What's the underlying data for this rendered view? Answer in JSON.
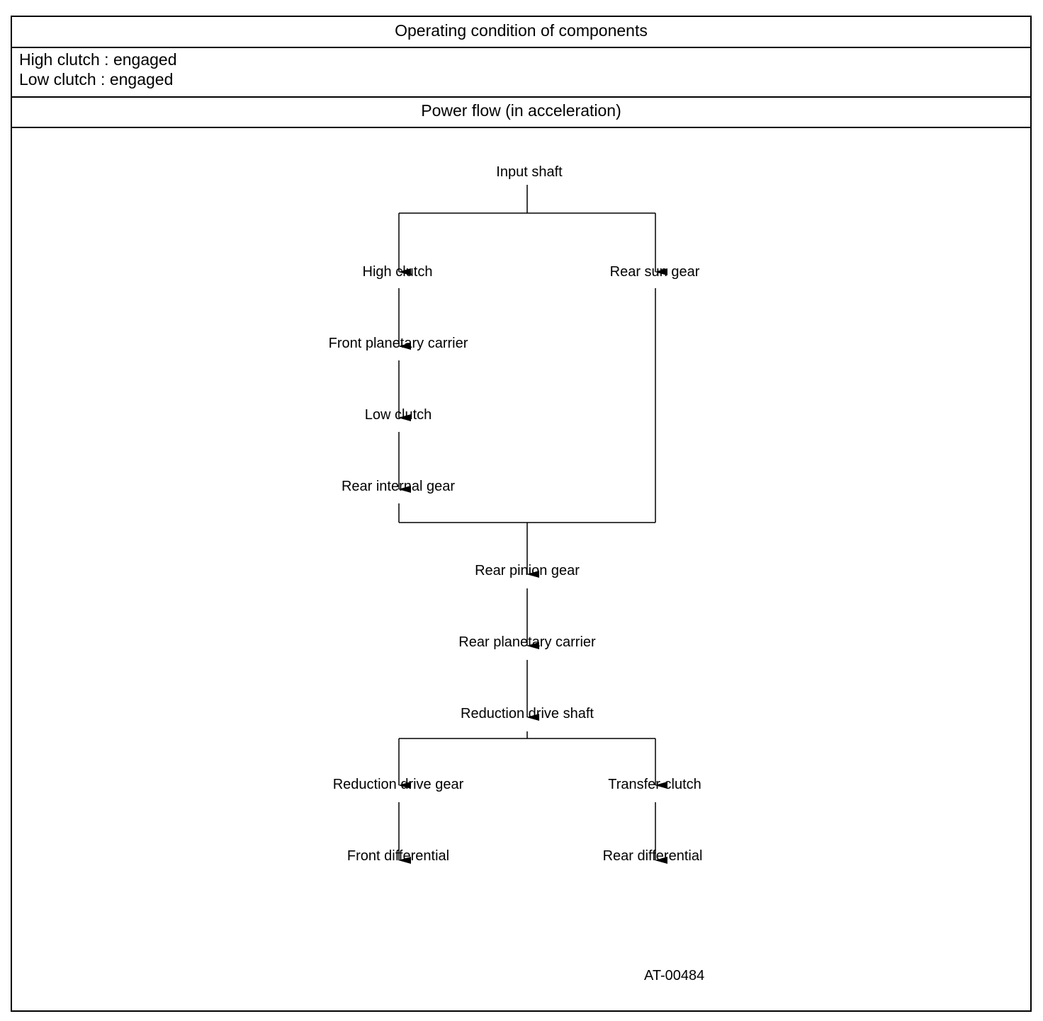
{
  "header": {
    "title": "Operating condition of components",
    "conditions": [
      "High clutch : engaged",
      "Low clutch : engaged"
    ],
    "power_flow_title": "Power flow (in acceleration)"
  },
  "flow": {
    "nodes": {
      "input_shaft": "Input shaft",
      "high_clutch": "High clutch",
      "rear_sun_gear": "Rear sun gear",
      "front_planetary_carrier": "Front planetary carrier",
      "low_clutch": "Low clutch",
      "rear_internal_gear": "Rear internal gear",
      "rear_pinion_gear": "Rear pinion gear",
      "rear_planetary_carrier": "Rear planetary carrier",
      "reduction_drive_shaft": "Reduction drive shaft",
      "reduction_drive_gear": "Reduction drive gear",
      "transfer_clutch": "Transfer clutch",
      "front_differential": "Front differential",
      "rear_differential": "Rear differential"
    },
    "edges": [
      [
        "input_shaft",
        "high_clutch"
      ],
      [
        "input_shaft",
        "rear_sun_gear"
      ],
      [
        "high_clutch",
        "front_planetary_carrier"
      ],
      [
        "front_planetary_carrier",
        "low_clutch"
      ],
      [
        "low_clutch",
        "rear_internal_gear"
      ],
      [
        "rear_internal_gear",
        "rear_pinion_gear"
      ],
      [
        "rear_sun_gear",
        "rear_pinion_gear"
      ],
      [
        "rear_pinion_gear",
        "rear_planetary_carrier"
      ],
      [
        "rear_planetary_carrier",
        "reduction_drive_shaft"
      ],
      [
        "reduction_drive_shaft",
        "reduction_drive_gear"
      ],
      [
        "reduction_drive_shaft",
        "transfer_clutch"
      ],
      [
        "reduction_drive_gear",
        "front_differential"
      ],
      [
        "transfer_clutch",
        "rear_differential"
      ]
    ]
  },
  "figure_id": "AT-00484"
}
